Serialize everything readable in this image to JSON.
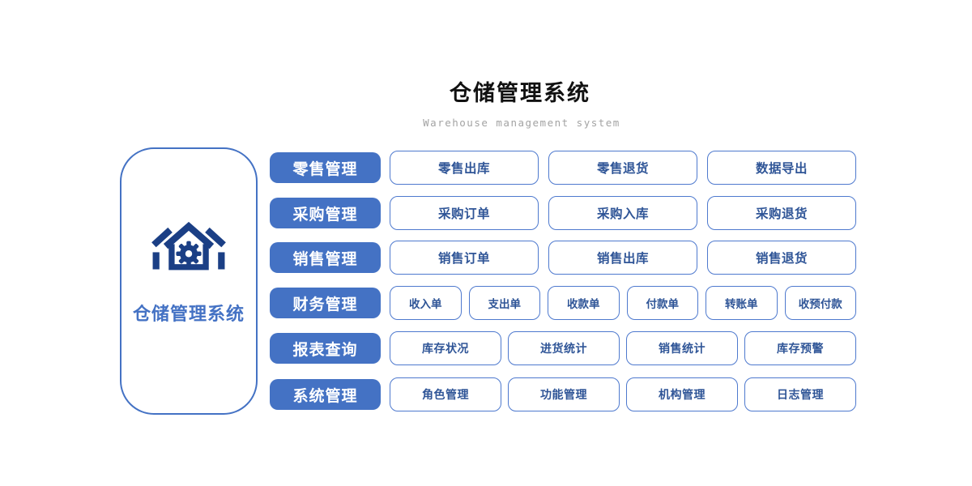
{
  "header": {
    "title": "仓储管理系统",
    "subtitle": "Warehouse management system"
  },
  "panel": {
    "title": "仓储管理系统",
    "icon": "warehouse-house-gear-icon"
  },
  "colors": {
    "primary_blue": "#4472C4",
    "outline_blue": "#4E79CE",
    "sub_text_blue": "#2F5597",
    "icon_navy": "#1B3F85",
    "title_black": "#111111",
    "subtitle_gray": "#A3A3A3",
    "background": "#FFFFFF"
  },
  "rows": [
    {
      "category": "零售管理",
      "items": [
        "零售出库",
        "零售退货",
        "数据导出"
      ]
    },
    {
      "category": "采购管理",
      "items": [
        "采购订单",
        "采购入库",
        "采购退货"
      ]
    },
    {
      "category": "销售管理",
      "items": [
        "销售订单",
        "销售出库",
        "销售退货"
      ]
    },
    {
      "category": "财务管理",
      "items": [
        "收入单",
        "支出单",
        "收款单",
        "付款单",
        "转账单",
        "收预付款"
      ]
    },
    {
      "category": "报表查询",
      "items": [
        "库存状况",
        "进货统计",
        "销售统计",
        "库存预警"
      ]
    },
    {
      "category": "系统管理",
      "items": [
        "角色管理",
        "功能管理",
        "机构管理",
        "日志管理"
      ]
    }
  ]
}
